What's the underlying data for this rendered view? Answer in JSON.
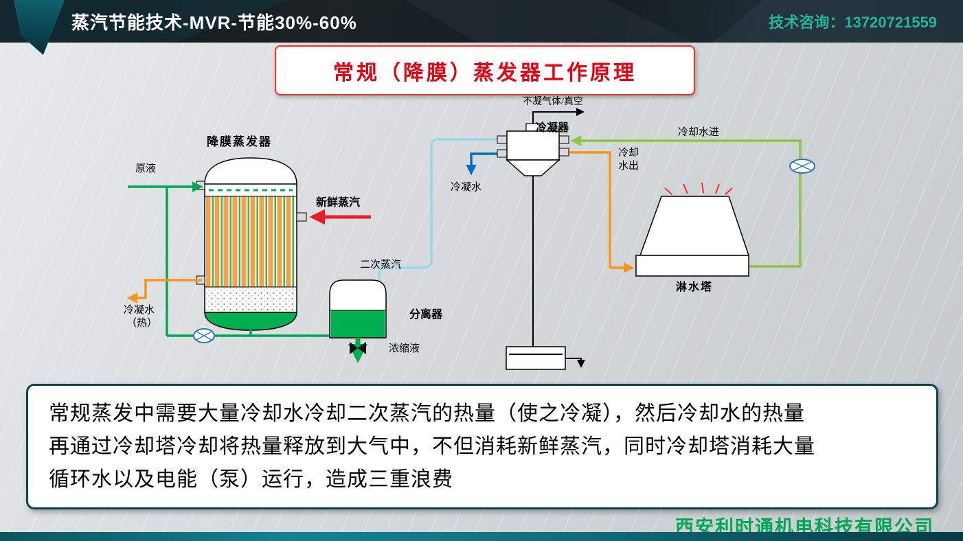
{
  "header": {
    "title": "蒸汽节能技术-MVR-节能30%-60%",
    "contact": "技术咨询：13720721559"
  },
  "slide_title": "常规（降膜）蒸发器工作原理",
  "diagram": {
    "labels": {
      "evaporator": "降膜蒸发器",
      "raw_liquid": "原液",
      "fresh_steam": "新鲜蒸汽",
      "condensate_hot_1": "冷凝水",
      "condensate_hot_2": "（热）",
      "secondary_steam": "二次蒸汽",
      "separator": "分离器",
      "concentrate": "浓缩液",
      "condenser": "冷凝器",
      "non_condensable": "不凝气体/真空",
      "condensate_water": "冷凝水",
      "cooling_water_in": "冷却水进",
      "cooling_water_out_1": "冷却",
      "cooling_water_out_2": "水出",
      "spray_tower": "淋水塔"
    },
    "colors": {
      "pipe_green": "#00a651",
      "pipe_light_green": "#8cc63f",
      "pipe_orange": "#f7941d",
      "pipe_red": "#ed1c24",
      "pipe_cyan": "#9cd6ee",
      "pipe_blue": "#0070c0",
      "liquid_green": "#00b050"
    }
  },
  "body": {
    "lines": [
      "常规蒸发中需要大量冷却水冷却二次蒸汽的热量（使之冷凝），然后冷却水的热量",
      "再通过冷却塔冷却将热量释放到大气中，不但消耗新鲜蒸汽，同时冷却塔消耗大量",
      "循环水以及电能（泵）运行，造成三重浪费"
    ]
  },
  "footer": {
    "company": "西安利时通机电科技有限公司",
    "accent_phone": "#27b29e",
    "accent_company": "#00a651",
    "accent_title": "#e60012"
  }
}
